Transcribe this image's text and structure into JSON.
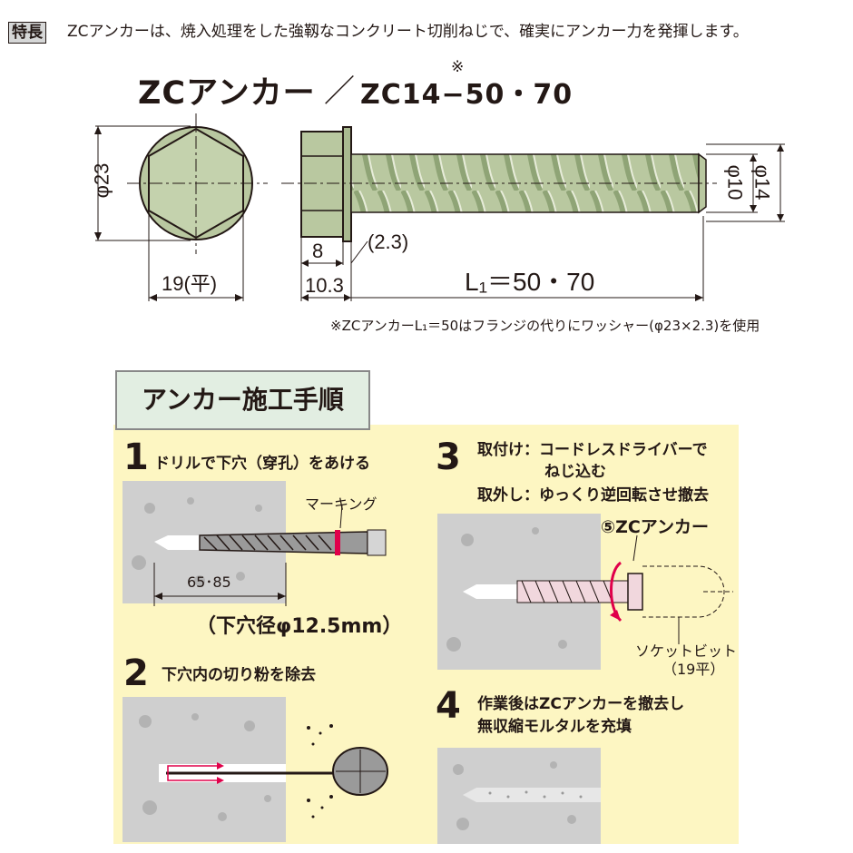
{
  "feature": {
    "badge": "特長",
    "text": "ZCアンカーは、焼入処理をした強靱なコンクリート切削ねじで、確実にアンカー力を発揮します。"
  },
  "product": {
    "name": "ZCアンカー",
    "separator": "／",
    "model": "ZC14−50・70",
    "model_note_mark": "※"
  },
  "dimensions": {
    "head_diameter": "φ23",
    "across_flats": "19(平)",
    "head_height": "8",
    "flange_thickness": "(2.3)",
    "head_total": "10.3",
    "length": "L₁＝50・70",
    "shank_diameter": "φ10",
    "thread_diameter": "φ14"
  },
  "footnote": "※ZCアンカーL₁＝50はフランジの代りにワッシャー(φ23×2.3)を使用",
  "procedure": {
    "title": "アンカー施工手順",
    "steps": [
      {
        "number": "1",
        "text": "ドリルで下穴（穿孔）をあける",
        "marking_label": "マーキング",
        "depth": "65･85",
        "hole_note": "（下穴径φ12.5mm）"
      },
      {
        "number": "2",
        "text": "下穴内の切り粉を除去"
      },
      {
        "number": "3",
        "line1": "取付け：コードレスドライバーで",
        "line2": "ねじ込む",
        "line3": "取外し：ゆっくり逆回転させ撤去",
        "anchor_label": "⑤ZCアンカー",
        "socket_label": "ソケットビット",
        "socket_size": "（19平）"
      },
      {
        "number": "4",
        "line1": "作業後はZCアンカーを撤去し",
        "line2": "無収縮モルタルを充填"
      }
    ]
  },
  "colors": {
    "anchor_green": "#b9c8a0",
    "panel_yellow": "#fdf6c2",
    "concrete_gray": "#cfcfcf",
    "title_green": "#e2eee2",
    "marking_red": "#e0004a"
  }
}
